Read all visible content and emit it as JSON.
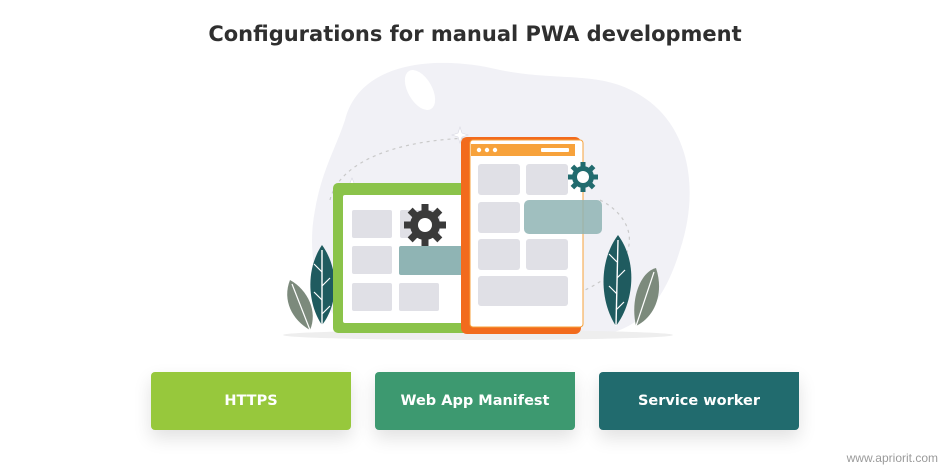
{
  "title": "Configurations for manual PWA development",
  "cards": [
    {
      "label": "HTTPS",
      "color": "#97c83c"
    },
    {
      "label": "Web App Manifest",
      "color": "#3d9970"
    },
    {
      "label": "Service worker",
      "color": "#216b6e"
    }
  ],
  "watermark": "www.apriorit.com",
  "colors": {
    "green_window": "#8bc34a",
    "orange_window": "#f26b1d",
    "teal_block": "#8fb4b4",
    "leaf_dark": "#1f5b5f",
    "leaf_gray": "#7c8a7c"
  }
}
